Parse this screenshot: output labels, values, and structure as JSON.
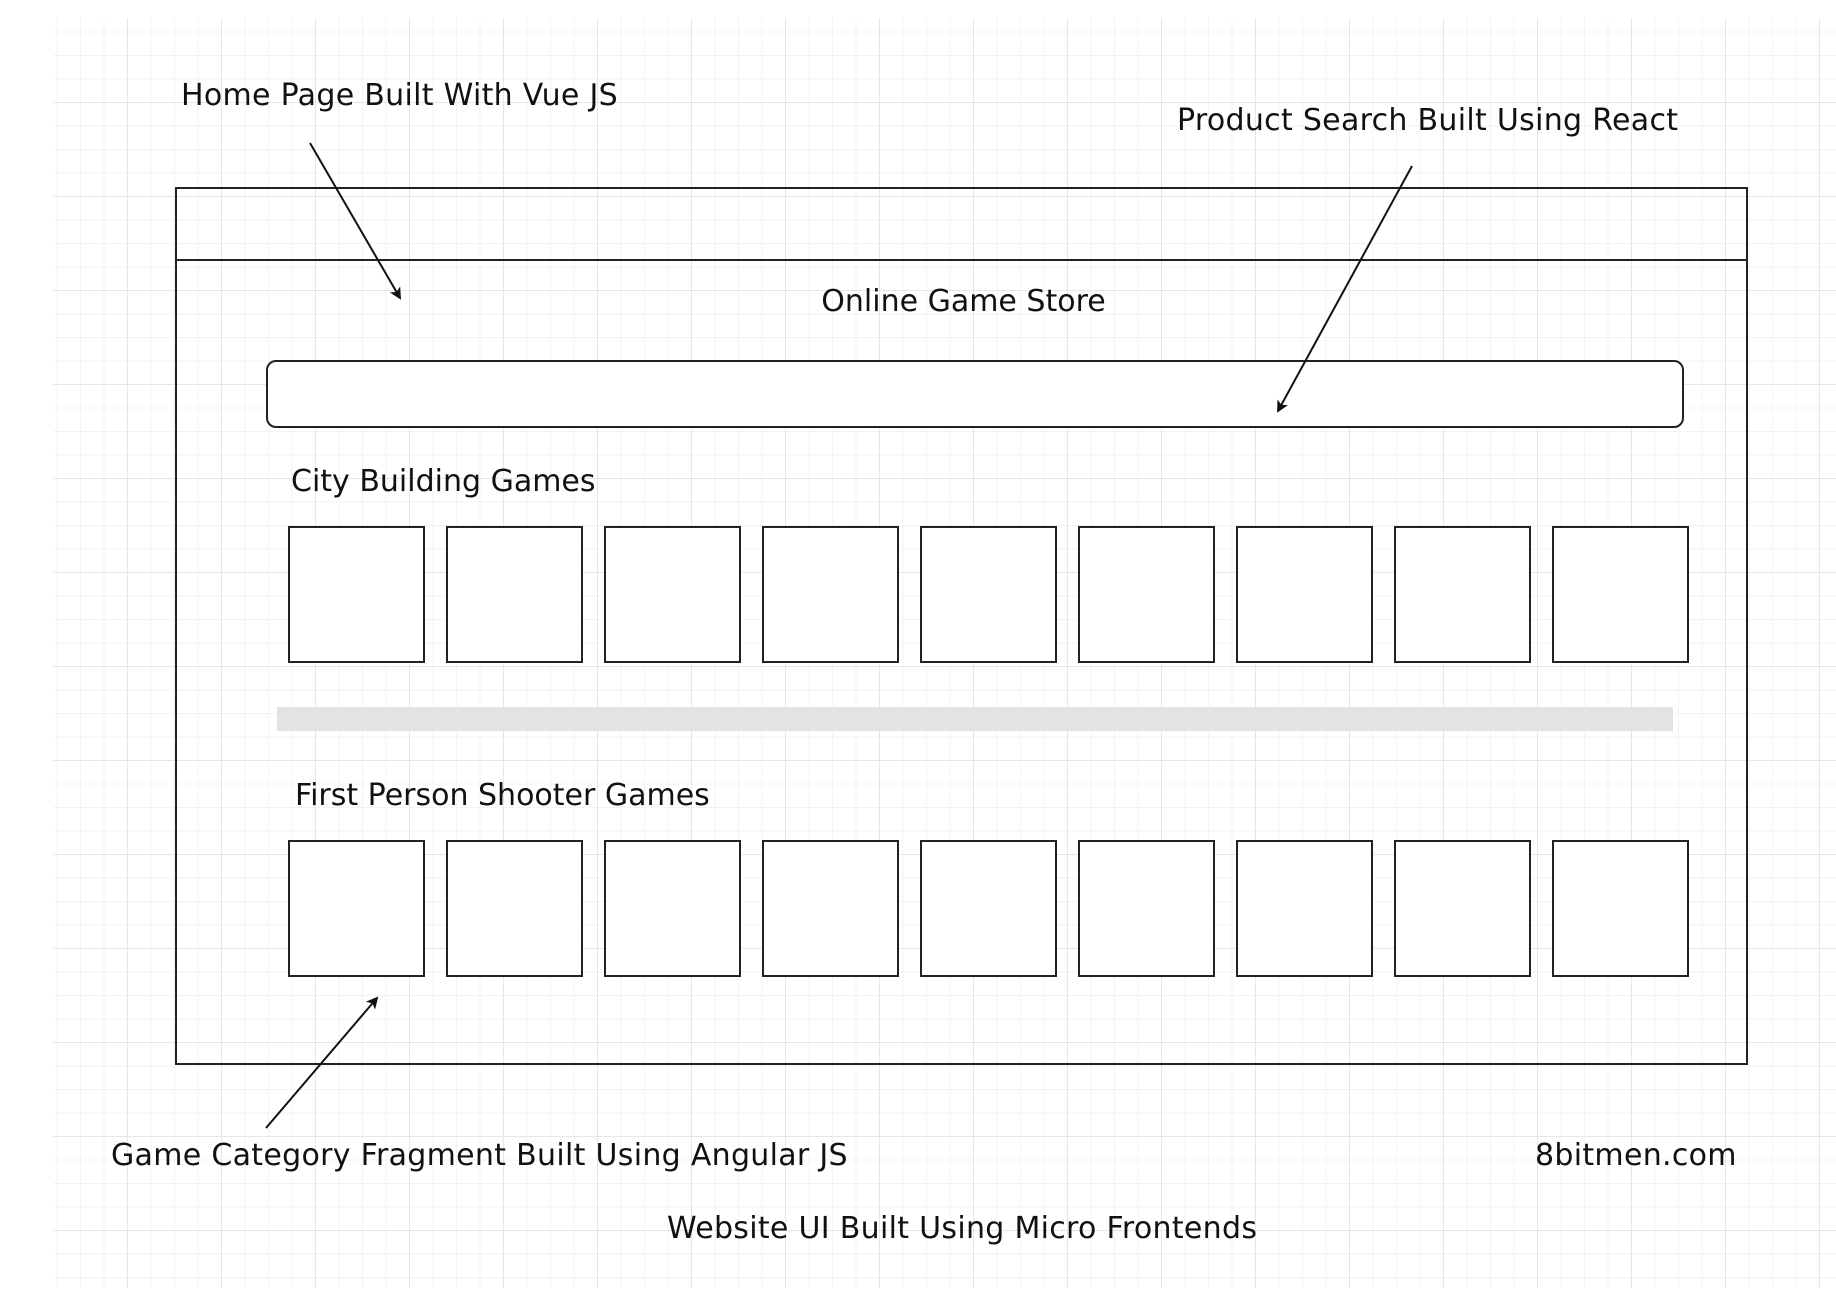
{
  "annotations": {
    "vue": "Home Page Built With Vue JS",
    "react": "Product Search Built Using React",
    "angular": "Game Category Fragment Built Using Angular JS",
    "brand": "8bitmen.com",
    "caption": "Website UI Built Using Micro Frontends"
  },
  "store": {
    "title": "Online Game Store",
    "search": {
      "value": "",
      "placeholder": ""
    },
    "categories": [
      {
        "title": "City Building Games",
        "tile_count": 9
      },
      {
        "title": "First Person Shooter Games",
        "tile_count": 9
      }
    ],
    "divider_color": "#e3e3e3"
  },
  "colors": {
    "stroke": "#222222",
    "grid": "#e6e6e6",
    "background": "#ffffff"
  }
}
